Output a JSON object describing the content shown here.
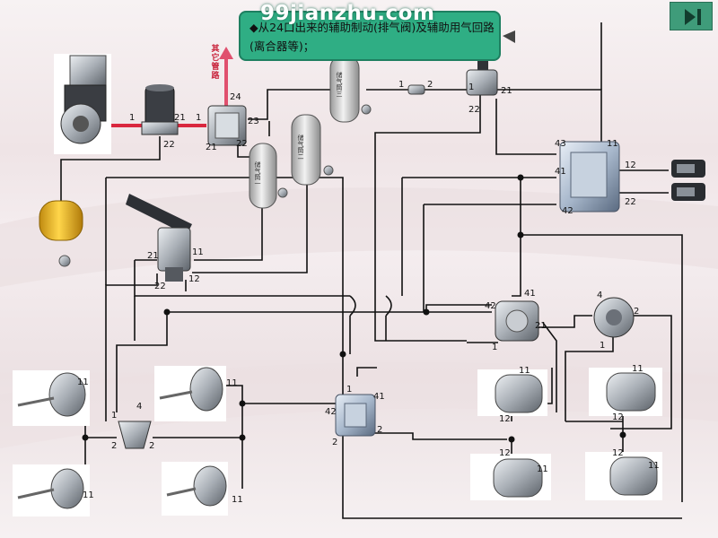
{
  "callout": {
    "bullet": "◆",
    "text": "从24口出来的辅助制动(排气阀)及辅助用气回路(离合器等)；"
  },
  "watermark": "99jianzhu.com",
  "side_label": "其它管路",
  "tanks": {
    "tank1": "储气筒一",
    "tank2": "储气筒二",
    "tank3": "储气筒三"
  },
  "ports": {
    "dryer_in": "1",
    "dryer_out": "21",
    "dryer_22": "22",
    "valve4_1": "1",
    "valve4_21": "21",
    "valve4_22": "22",
    "valve4_23": "23",
    "valve4_24": "24",
    "hand_1": "1",
    "hand_2": "2",
    "upper_1": "1",
    "upper_21": "21",
    "upper_22": "22",
    "trailer_43": "43",
    "trailer_11": "11",
    "trailer_41": "41",
    "trailer_42": "42",
    "trailer_12": "12",
    "trailer_22": "22",
    "foot_21": "21",
    "foot_11": "11",
    "foot_22": "22",
    "foot_12": "12",
    "relay_42": "42",
    "relay_41": "41",
    "relay_21": "21",
    "relay_1": "1",
    "quick_4": "4",
    "quick_2": "2",
    "quick_1": "1",
    "left_valve_4": "4",
    "left_valve_1": "1",
    "left_valve_2a": "2",
    "left_valve_2b": "2",
    "center_1": "1",
    "center_41": "41",
    "center_42": "42",
    "center_2a": "2",
    "center_2b": "2",
    "ch_ul": "11",
    "ch_ll": "11",
    "ch_um": "11",
    "ch_lm": "11",
    "ch_r1_11": "11",
    "ch_r1_12": "12",
    "ch_r2_12": "12",
    "ch_r2_11": "11",
    "ch_r3_11": "11",
    "ch_r3_12": "12",
    "ch_r4_12": "12",
    "ch_r4_11": "11"
  },
  "colors": {
    "pipe": "#111111",
    "supply": "#d9273e",
    "callout": "#2fae84",
    "button": "#3f9c7a"
  },
  "icons": {
    "next": "next-slide-icon"
  }
}
